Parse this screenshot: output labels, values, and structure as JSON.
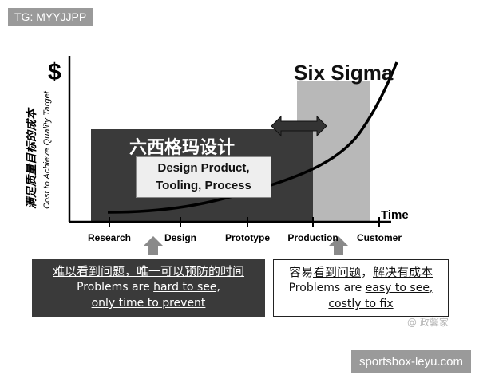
{
  "tags": {
    "top_left": "TG: MYYJJPP",
    "bottom_right": "sportsbox-leyu.com"
  },
  "diagram": {
    "y_axis_symbol": "$",
    "y_axis_label_cn": "满足质量目标的成本",
    "y_axis_label_en": "Cost to Achieve Quality Target",
    "x_axis_label": "Time",
    "six_sigma_label": "Six Sigma",
    "design_title_cn": "六西格玛设计",
    "design_box_line1": "Design Product,",
    "design_box_line2": "Tooling, Process",
    "stages": [
      "Research",
      "Design",
      "Prototype",
      "Production",
      "Customer"
    ],
    "colors": {
      "dark_block": "#3a3a3a",
      "six_sigma_band": "#b8b8b8",
      "curve": "#000000"
    }
  },
  "left_box": {
    "title_cn": "难以看到问题，唯一可以预防的时间",
    "line1_prefix": "Problems are ",
    "line1_emph": "hard to see,",
    "line2": "only time to prevent"
  },
  "right_box": {
    "title_cn_a": "容易",
    "title_cn_b": "看到问题",
    "title_cn_c": "，",
    "title_cn_d": "解决有成本",
    "line1_prefix": "Problems are ",
    "line1_emph": "easy to see,",
    "line2": "costly to fix"
  },
  "watermark": "@ 政馨家"
}
